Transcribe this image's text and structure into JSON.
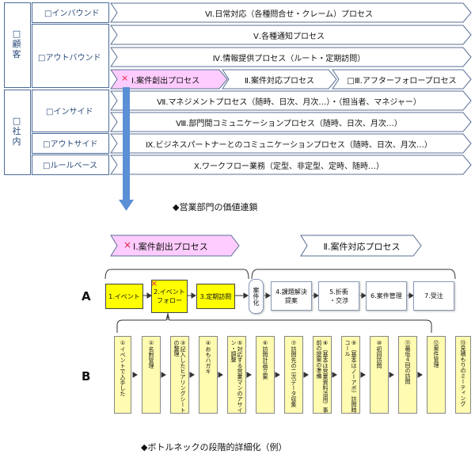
{
  "top_table": {
    "customer_label": "□\n顧\n客",
    "internal_label": "□\n社\n内",
    "inbound": "□インバウンド",
    "outbound": "□アウトバウンド",
    "inside": "□インサイド",
    "outside": "□アウトサイド",
    "rulebase": "□ルールベース",
    "p6": "Ⅵ.日常対応（各種問合せ・クレーム）プロセス",
    "p5": "Ⅴ.各種通知プロセス",
    "p4": "Ⅳ.情報提供プロセス（ルート・定期訪問）",
    "p1_mark": "×",
    "p1": "Ⅰ.案件創出プロセス",
    "p2": "Ⅱ.案件対応プロセス",
    "p3": "□Ⅲ.アフターフォロープロセス",
    "p7": "Ⅶ.マネジメントプロセス（随時、日次、月次…）・（担当者、マネジャー）",
    "p8": "Ⅷ.部門間コミュニケーションプロセス（随時、日次、月次…）",
    "p9": "Ⅸ.ビジネスパートナーとのコミュニケーションプロセス（随時、日次、月次…）",
    "p10": "Ⅹ.ワークフロー業務（定型、非定型、定時、随時…）"
  },
  "caption1": "◆営業部門の価値連鎖",
  "caption2": "◆ボトルネックの段階的詳細化（例）",
  "detail": {
    "header1_mark": "×",
    "header1": "Ⅰ.案件創出プロセス",
    "header2": "Ⅱ.案件対応プロセス",
    "row_a_label": "A",
    "row_b_label": "B",
    "a_steps": [
      "1.イベント",
      "2.イベント\nフォロー",
      "3.定期訪問",
      "案件化",
      "4.課題解決\n提案",
      "5.折衝\n・交渉",
      "6.案件管理",
      "7.受注"
    ],
    "a_step2_mark": "×",
    "b_steps": [
      "①イベントで入手した",
      "②名刺管理",
      "③記入したヒアリングシートの整理",
      "④おもハガキ",
      "⑤対応する営業マンのアサイン・調整",
      "⑥訪問計画立案",
      "⑦訪問先の二次データ収集",
      "⑧（基本は営業資料活用）事前の提案の準備",
      "⑨（基本はノーアポ）訪問時コール",
      "⑩初回訪問",
      "⑪最低４回の訪問",
      "⑫案件管理",
      "⑬見積もりのミーティング"
    ]
  }
}
